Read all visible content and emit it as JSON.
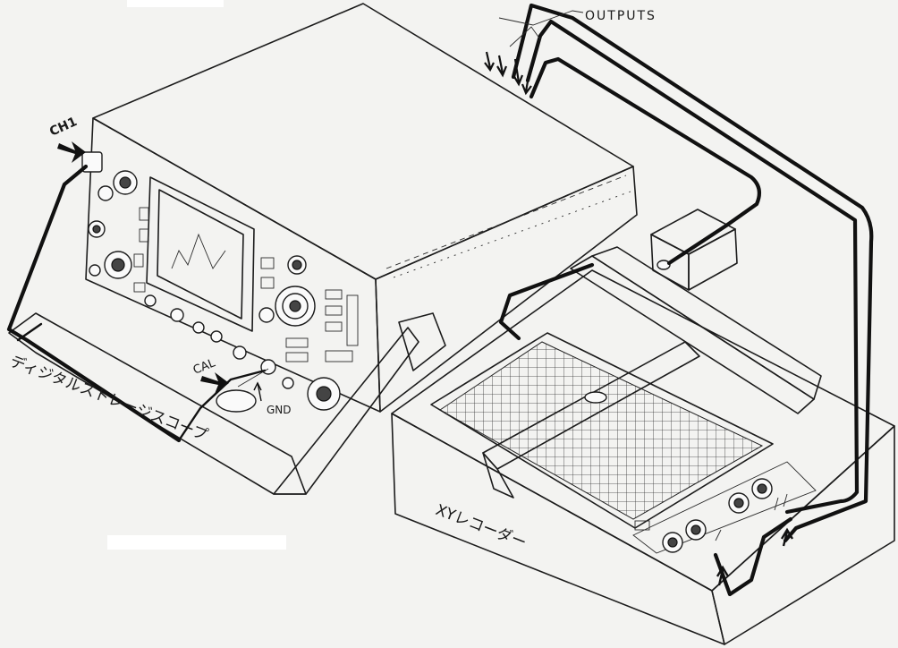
{
  "labels": {
    "outputs": "OUTPUTS",
    "ch1": "CH1",
    "cal": "CAL",
    "gnd": "GND",
    "scope_name": "ディジタルストレージスコープ",
    "recorder_name": "XYレコーダー"
  },
  "colors": {
    "ink": "#1c1c1c",
    "paper": "#f3f3f1"
  }
}
